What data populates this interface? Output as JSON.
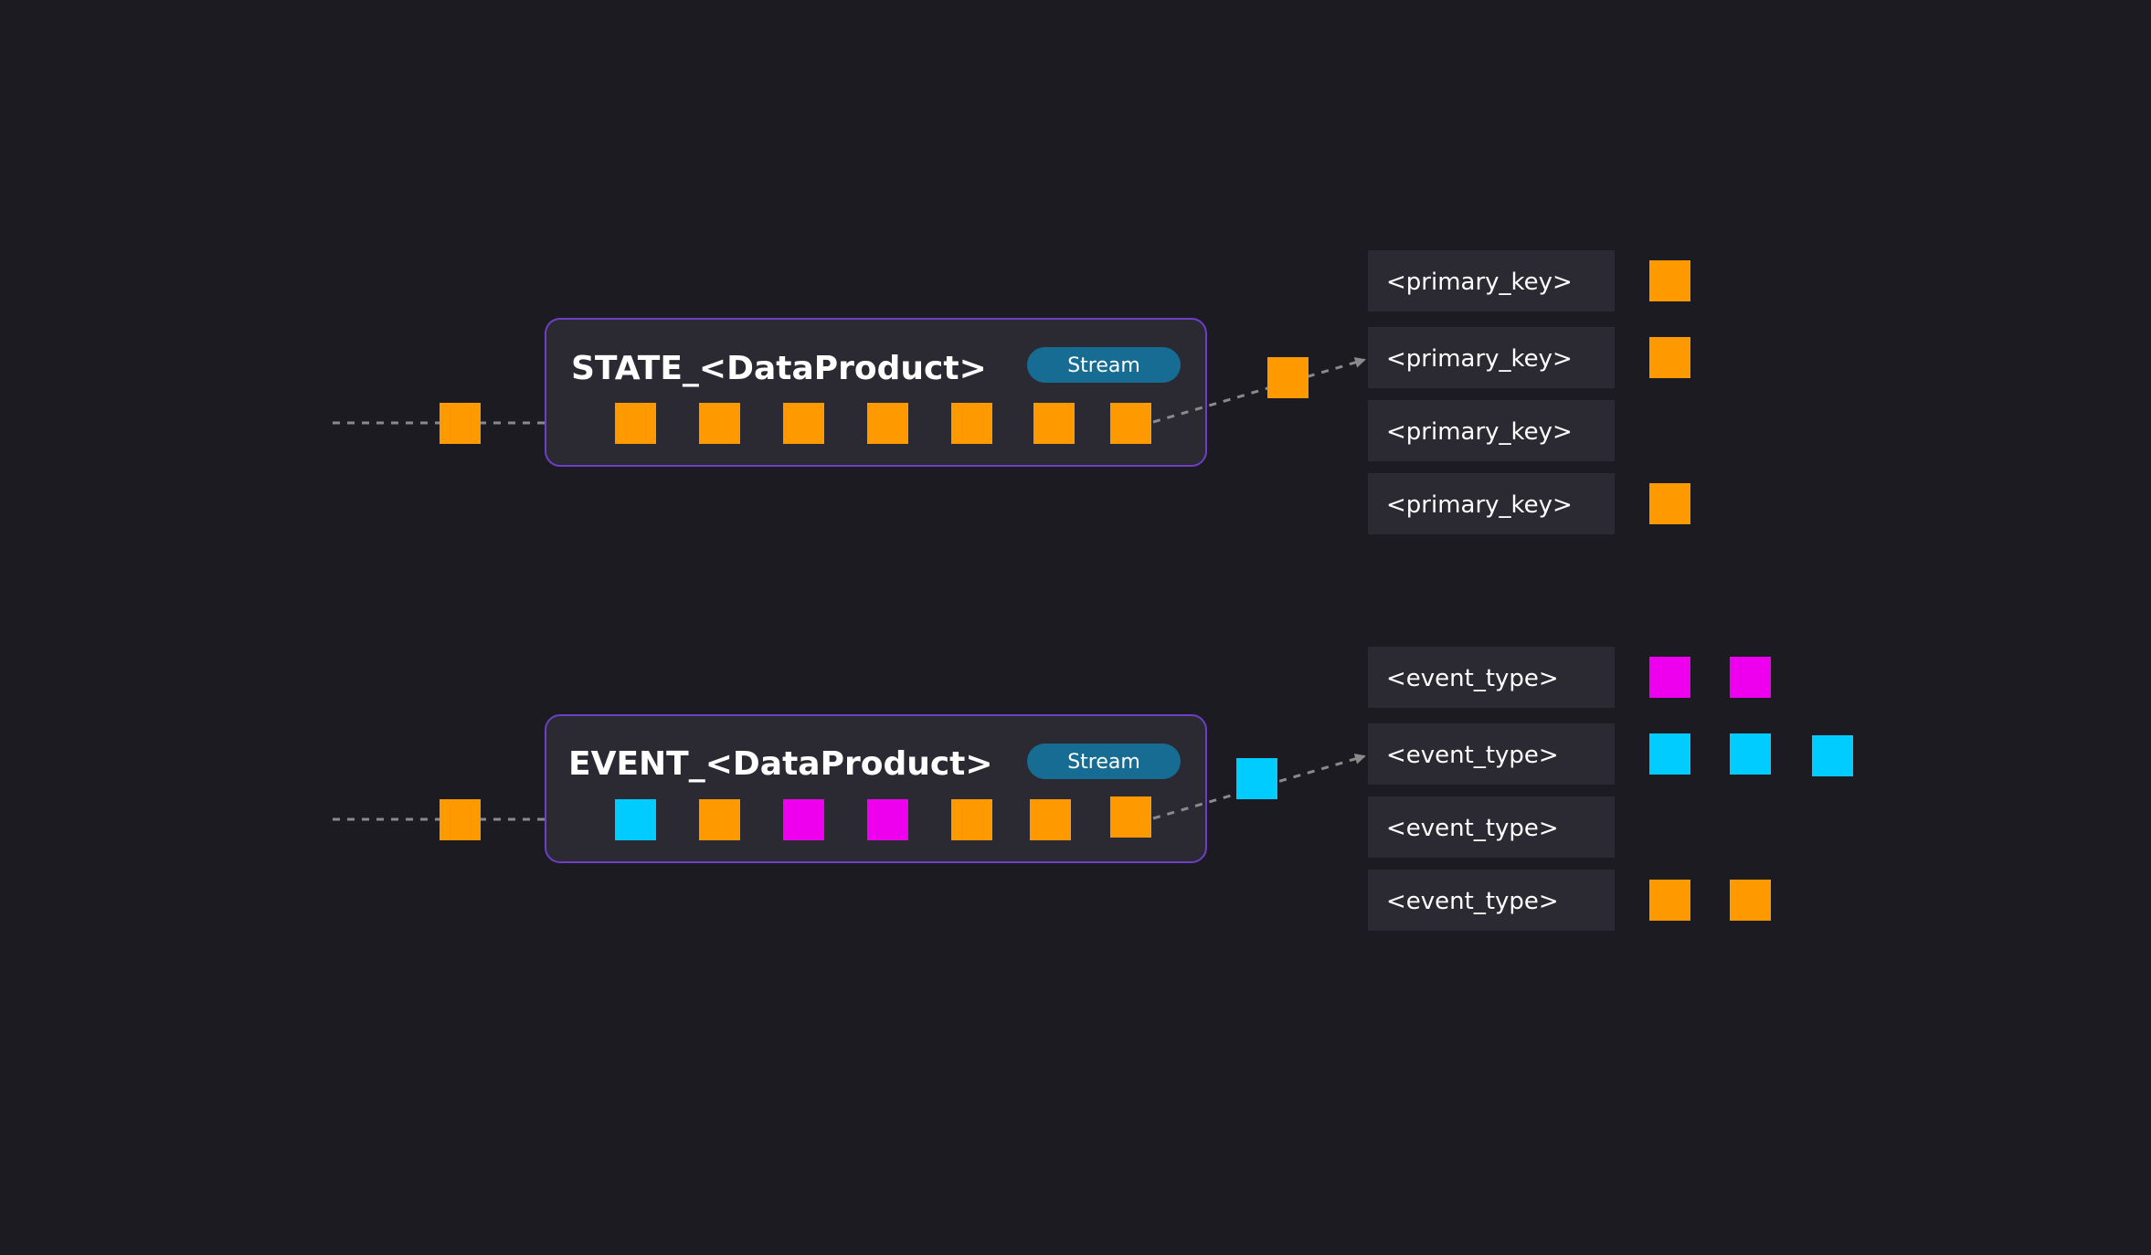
{
  "colors": {
    "background": "#1c1b21",
    "panel": "#2b2a32",
    "panel_border": "#6d3fc7",
    "badge": "#176c94",
    "orange": "#ff9900",
    "cyan": "#00ccff",
    "magenta": "#ee00ee",
    "connector": "#8a8a8a"
  },
  "streams": [
    {
      "title": "STATE_<DataProduct>",
      "badge": "Stream",
      "incoming_item": "orange",
      "items": [
        "orange",
        "orange",
        "orange",
        "orange",
        "orange",
        "orange",
        "orange"
      ],
      "outgoing_item": "orange",
      "partitions": [
        {
          "label": "<primary_key>",
          "items": [
            "orange"
          ]
        },
        {
          "label": "<primary_key>",
          "items": [
            "orange"
          ]
        },
        {
          "label": "<primary_key>",
          "items": []
        },
        {
          "label": "<primary_key>",
          "items": [
            "orange"
          ]
        }
      ]
    },
    {
      "title": "EVENT_<DataProduct>",
      "badge": "Stream",
      "incoming_item": "orange",
      "items": [
        "cyan",
        "orange",
        "magenta",
        "magenta",
        "orange",
        "orange",
        "orange"
      ],
      "outgoing_item": "cyan",
      "partitions": [
        {
          "label": "<event_type>",
          "items": [
            "magenta",
            "magenta"
          ]
        },
        {
          "label": "<event_type>",
          "items": [
            "cyan",
            "cyan",
            "cyan"
          ]
        },
        {
          "label": "<event_type>",
          "items": []
        },
        {
          "label": "<event_type>",
          "items": [
            "orange",
            "orange"
          ]
        }
      ]
    }
  ]
}
